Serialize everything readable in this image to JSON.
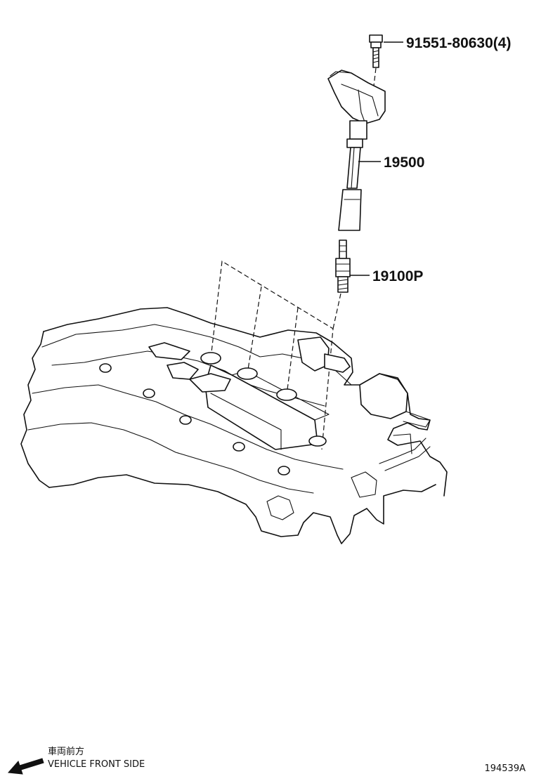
{
  "parts": [
    {
      "id": "bolt",
      "number": "91551-80630(4)"
    },
    {
      "id": "ignition-coil",
      "number": "19500"
    },
    {
      "id": "spark-plug",
      "number": "19100P"
    }
  ],
  "orientation": {
    "label_jp": "車両前方",
    "label_en": "VEHICLE FRONT SIDE",
    "icon": "arrow-left-down-icon"
  },
  "figure_id": "194539A"
}
